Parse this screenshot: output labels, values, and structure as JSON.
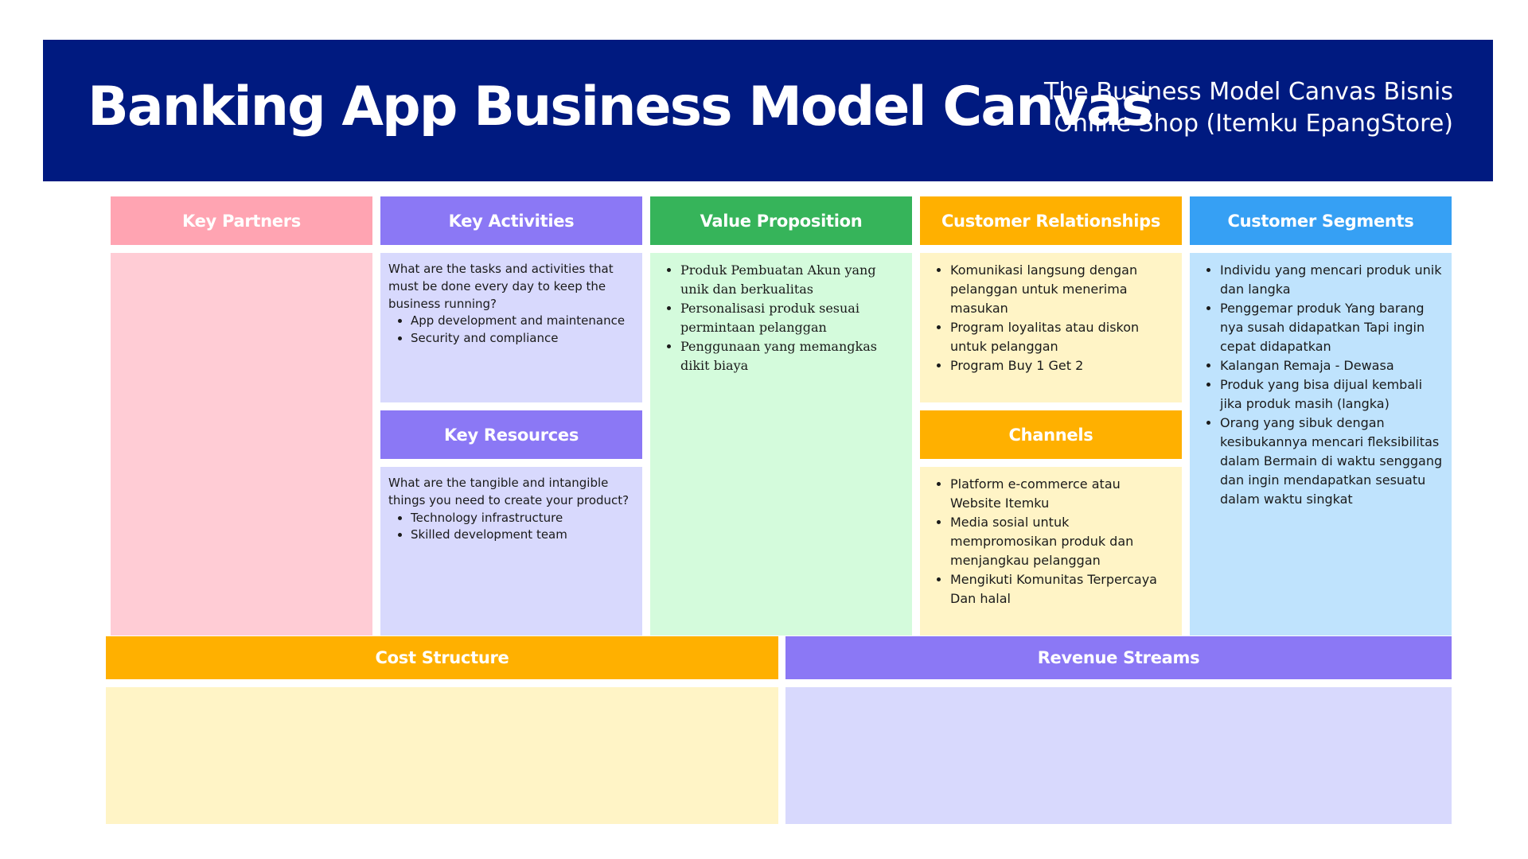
{
  "banner": {
    "title": "Banking App Business Model Canvas",
    "subtitle": "The Business Model Canvas Bisnis Online Shop (Itemku EpangStore)"
  },
  "colors": {
    "banner": "#001a80",
    "key_partners_header": "#ffa4b2",
    "key_partners_body": "#ffccd5",
    "activities_header": "#8b78f5",
    "activities_body": "#d8d9fd",
    "value_header": "#36b45a",
    "value_body": "#d4fbdc",
    "relationships_header": "#ffb000",
    "relationships_body": "#fff4c6",
    "segments_header": "#36a0f4",
    "segments_body": "#bfe3fd"
  },
  "sections": {
    "key_partners": {
      "title": "Key Partners"
    },
    "key_activities": {
      "title": "Key Activities",
      "intro": "What are the tasks and activities that must be done every day to keep the business running?",
      "items": [
        "App development and maintenance",
        "Security and compliance"
      ]
    },
    "key_resources": {
      "title": "Key Resources",
      "intro": "What are the tangible and intangible things you need to create your product?",
      "items": [
        "Technology infrastructure",
        "Skilled development team"
      ]
    },
    "value_proposition": {
      "title": "Value Proposition",
      "items": [
        "Produk Pembuatan Akun yang unik dan berkualitas",
        "Personalisasi produk sesuai permintaan pelanggan",
        "Penggunaan yang memangkas dikit biaya"
      ]
    },
    "customer_relationships": {
      "title": "Customer Relationships",
      "items": [
        "Komunikasi langsung dengan pelanggan untuk menerima masukan",
        "Program loyalitas atau diskon untuk pelanggan",
        "Program Buy 1 Get 2"
      ]
    },
    "channels": {
      "title": "Channels",
      "items": [
        "Platform e-commerce atau Website Itemku",
        "Media sosial untuk mempromosikan produk dan menjangkau pelanggan",
        "Mengikuti Komunitas Terpercaya Dan halal"
      ]
    },
    "customer_segments": {
      "title": "Customer Segments",
      "items": [
        "Individu yang mencari produk unik dan langka",
        "Penggemar produk Yang barang nya susah didapatkan Tapi ingin cepat didapatkan",
        "Kalangan Remaja - Dewasa",
        "Produk yang bisa dijual kembali jika produk masih (langka)",
        "Orang yang sibuk dengan kesibukannya mencari fleksibilitas dalam Bermain di waktu senggang dan ingin mendapatkan sesuatu dalam waktu singkat"
      ]
    },
    "cost_structure": {
      "title": "Cost Structure"
    },
    "revenue_streams": {
      "title": "Revenue Streams"
    }
  }
}
